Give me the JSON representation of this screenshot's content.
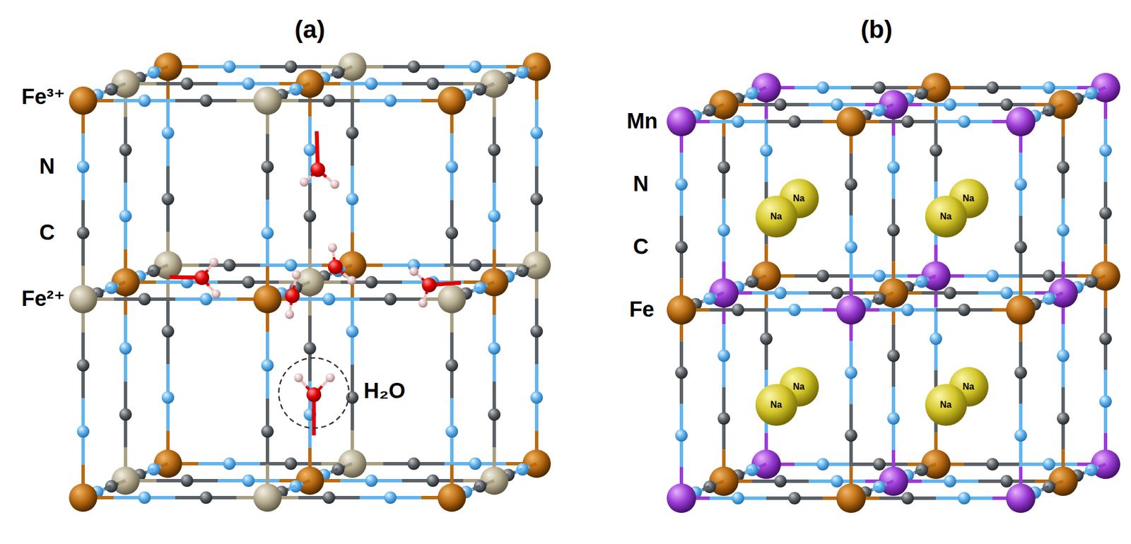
{
  "diagram": {
    "nodes": [
      {
        "text": [
          "Na"
        ]
      },
      {
        "text": [
          "Na"
        ]
      },
      {
        "text": [
          "Na"
        ]
      },
      {
        "text": [
          "Na"
        ]
      },
      {
        "text": [
          "Na"
        ]
      },
      {
        "text": [
          "Na"
        ]
      },
      {
        "text": [
          "Na"
        ]
      },
      {
        "text": [
          "Na"
        ]
      }
    ],
    "labels": [
      "(a)",
      "(b)",
      "Fe³⁺",
      "N",
      "C",
      "Fe²⁺",
      "H₂O",
      "Mn",
      "N",
      "C",
      "Fe"
    ]
  }
}
